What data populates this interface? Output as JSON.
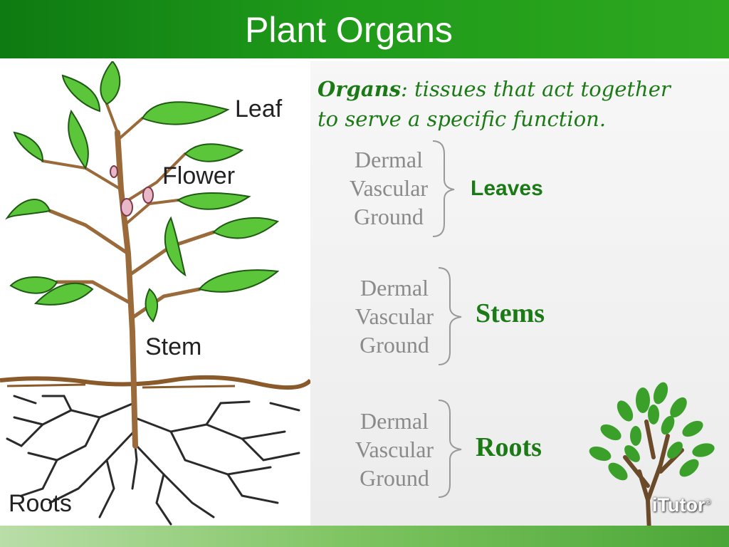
{
  "title": "Plant Organs",
  "definition": {
    "term": "Organs",
    "line1_rest": ": tissues that act together",
    "line2": "to serve a specific function."
  },
  "tissue_groups": [
    {
      "tissues": [
        "Dermal",
        "Vascular",
        "Ground"
      ],
      "organ": "Leaves"
    },
    {
      "tissues": [
        "Dermal",
        "Vascular",
        "Ground"
      ],
      "organ": "Stems"
    },
    {
      "tissues": [
        "Dermal",
        "Vascular",
        "Ground"
      ],
      "organ": "Roots"
    }
  ],
  "plant_labels": {
    "leaf": "Leaf",
    "flower": "Flower",
    "stem": "Stem",
    "roots": "Roots"
  },
  "logo": {
    "text": "iTutor",
    "mark": "®"
  },
  "colors": {
    "title_green": "#1f9a1a",
    "organ_green": "#1b7a16",
    "tissue_gray": "#8a8a8a",
    "leaf_green": "#5cc63a",
    "stem_brown": "#9a6a3a"
  }
}
